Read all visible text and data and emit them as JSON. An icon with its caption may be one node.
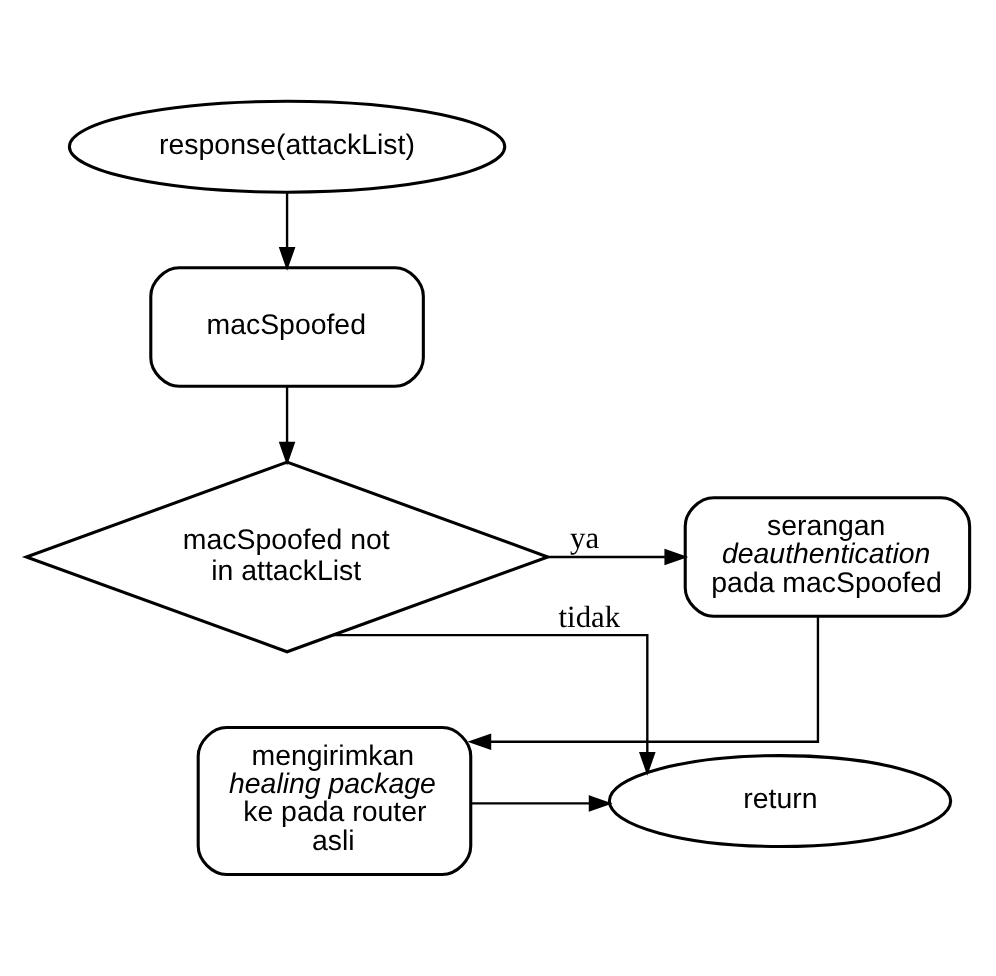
{
  "diagram": {
    "nodes": [
      {
        "text": [
          "response(attackList)"
        ]
      },
      {
        "text": [
          "macSpoofed"
        ]
      },
      {
        "text": [
          "macSpoofed not in attackList"
        ]
      },
      {
        "text": [
          "serangan *deauthentication* pada macSpoofed"
        ]
      },
      {
        "text": [
          "mengirimkan *healing package* ke pada router asli"
        ]
      },
      {
        "text": [
          "return"
        ]
      }
    ],
    "edges": [
      {
        "from": 0,
        "to": 1,
        "arrow": "to"
      },
      {
        "from": 1,
        "to": 2,
        "arrow": "to"
      },
      {
        "from": 2,
        "to": 3,
        "arrow": "to",
        "label": "ya"
      },
      {
        "from": 3,
        "to": 4,
        "arrow": "to"
      },
      {
        "from": 2,
        "to": 5,
        "arrow": "to",
        "label": "tidak"
      },
      {
        "from": 4,
        "to": 5,
        "arrow": "to"
      }
    ]
  }
}
